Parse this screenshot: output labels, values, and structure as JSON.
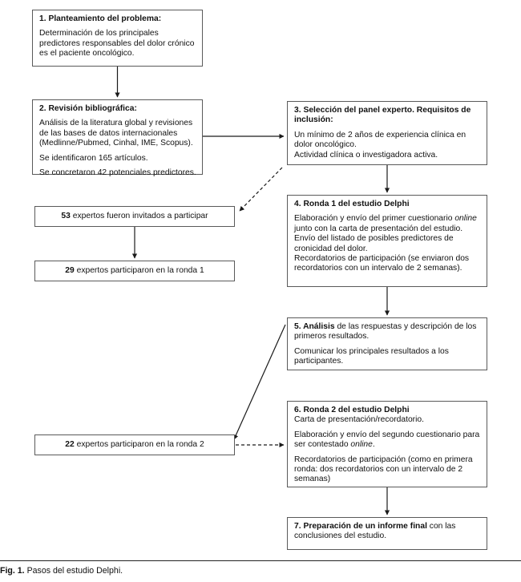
{
  "figure": {
    "caption_label": "Fig. 1.",
    "caption_text": "Pasos del estudio Delphi."
  },
  "boxes": {
    "b1": {
      "title": "1. Planteamiento del problema:",
      "body": "Determinación de los principales predictores responsables del dolor crónico es el paciente oncológico."
    },
    "b2": {
      "title": "2. Revisión bibliográfica:",
      "line1": "Análisis de la literatura global y revisiones de las bases de datos internacionales (Medlinne/Pubmed, Cinhal, IME, Scopus).",
      "line2": "Se identificaron 165 artículos.",
      "line3": "Se concretaron 42 potenciales predictores."
    },
    "b3": {
      "title": "3. Selección del panel experto. Requisitos de inclusión:",
      "line1": "Un mínimo de 2 años de experiencia clínica en dolor oncológico.",
      "line2": "Actividad clínica o investigadora activa."
    },
    "b4": {
      "title": "4. Ronda 1 del estudio Delphi",
      "line1_a": "Elaboración y envío del primer cuestionario ",
      "line1_em": "online",
      "line1_b": " junto con la carta de presentación del estudio.",
      "line2": "Envío del listado de posibles predictores de cronicidad del dolor.",
      "line3": "Recordatorios de participación (se enviaron dos recordatorios con un intervalo de 2 semanas)."
    },
    "b5": {
      "title_num": "5. ",
      "title_bold": "Análisis",
      "title_rest": " de las respuestas y descripción de los primeros resultados.",
      "line2": "Comunicar los principales resultados a los participantes."
    },
    "b6": {
      "title": "6. Ronda 2 del estudio Delphi",
      "line1": "Carta de presentación/recordatorio.",
      "line2_a": "Elaboración y envío del segundo cuestionario para ser contestado ",
      "line2_em": "online",
      "line2_b": ".",
      "line3": "Recordatorios de participación (como en primera ronda: dos recordatorios con un intervalo de 2 semanas)"
    },
    "b7": {
      "title_num": "7. ",
      "title_bold": "Preparación de un informe final",
      "title_rest": " con las conclusiones del estudio."
    },
    "t53": {
      "count": "53",
      "text": " expertos fueron invitados a participar"
    },
    "t29": {
      "count": "29",
      "text": " expertos participaron en la ronda 1"
    },
    "t22": {
      "count": "22",
      "text": " expertos participaron en la ronda 2"
    }
  },
  "connectors": [
    {
      "id": "b1-to-b2",
      "from": "box-1",
      "to": "box-2",
      "style": "solid",
      "kind": "vertical-arrow"
    },
    {
      "id": "b2-to-b3",
      "from": "box-2",
      "to": "box-3",
      "style": "solid",
      "kind": "horizontal-arrow"
    },
    {
      "id": "b3-to-53",
      "from": "box-3",
      "to": "box-53",
      "style": "dashed",
      "kind": "diagonal-arrow"
    },
    {
      "id": "b3-to-b4",
      "from": "box-3",
      "to": "box-4",
      "style": "solid",
      "kind": "vertical-arrow"
    },
    {
      "id": "t53-to-t29",
      "from": "box-53",
      "to": "box-29",
      "style": "solid",
      "kind": "vertical-arrow"
    },
    {
      "id": "b4-to-b5",
      "from": "box-4",
      "to": "box-5",
      "style": "solid",
      "kind": "vertical-arrow"
    },
    {
      "id": "b5-to-22",
      "from": "box-5",
      "to": "box-22",
      "style": "solid",
      "kind": "diagonal-arrow"
    },
    {
      "id": "t22-to-b6",
      "from": "box-22",
      "to": "box-6",
      "style": "dashed",
      "kind": "horizontal-arrow"
    },
    {
      "id": "b6-to-b7",
      "from": "box-6",
      "to": "box-7",
      "style": "solid",
      "kind": "vertical-arrow"
    }
  ],
  "colors": {
    "box_border": "#5a5a5a",
    "connector": "#1a1a1a",
    "text": "#111111",
    "background": "#ffffff"
  }
}
